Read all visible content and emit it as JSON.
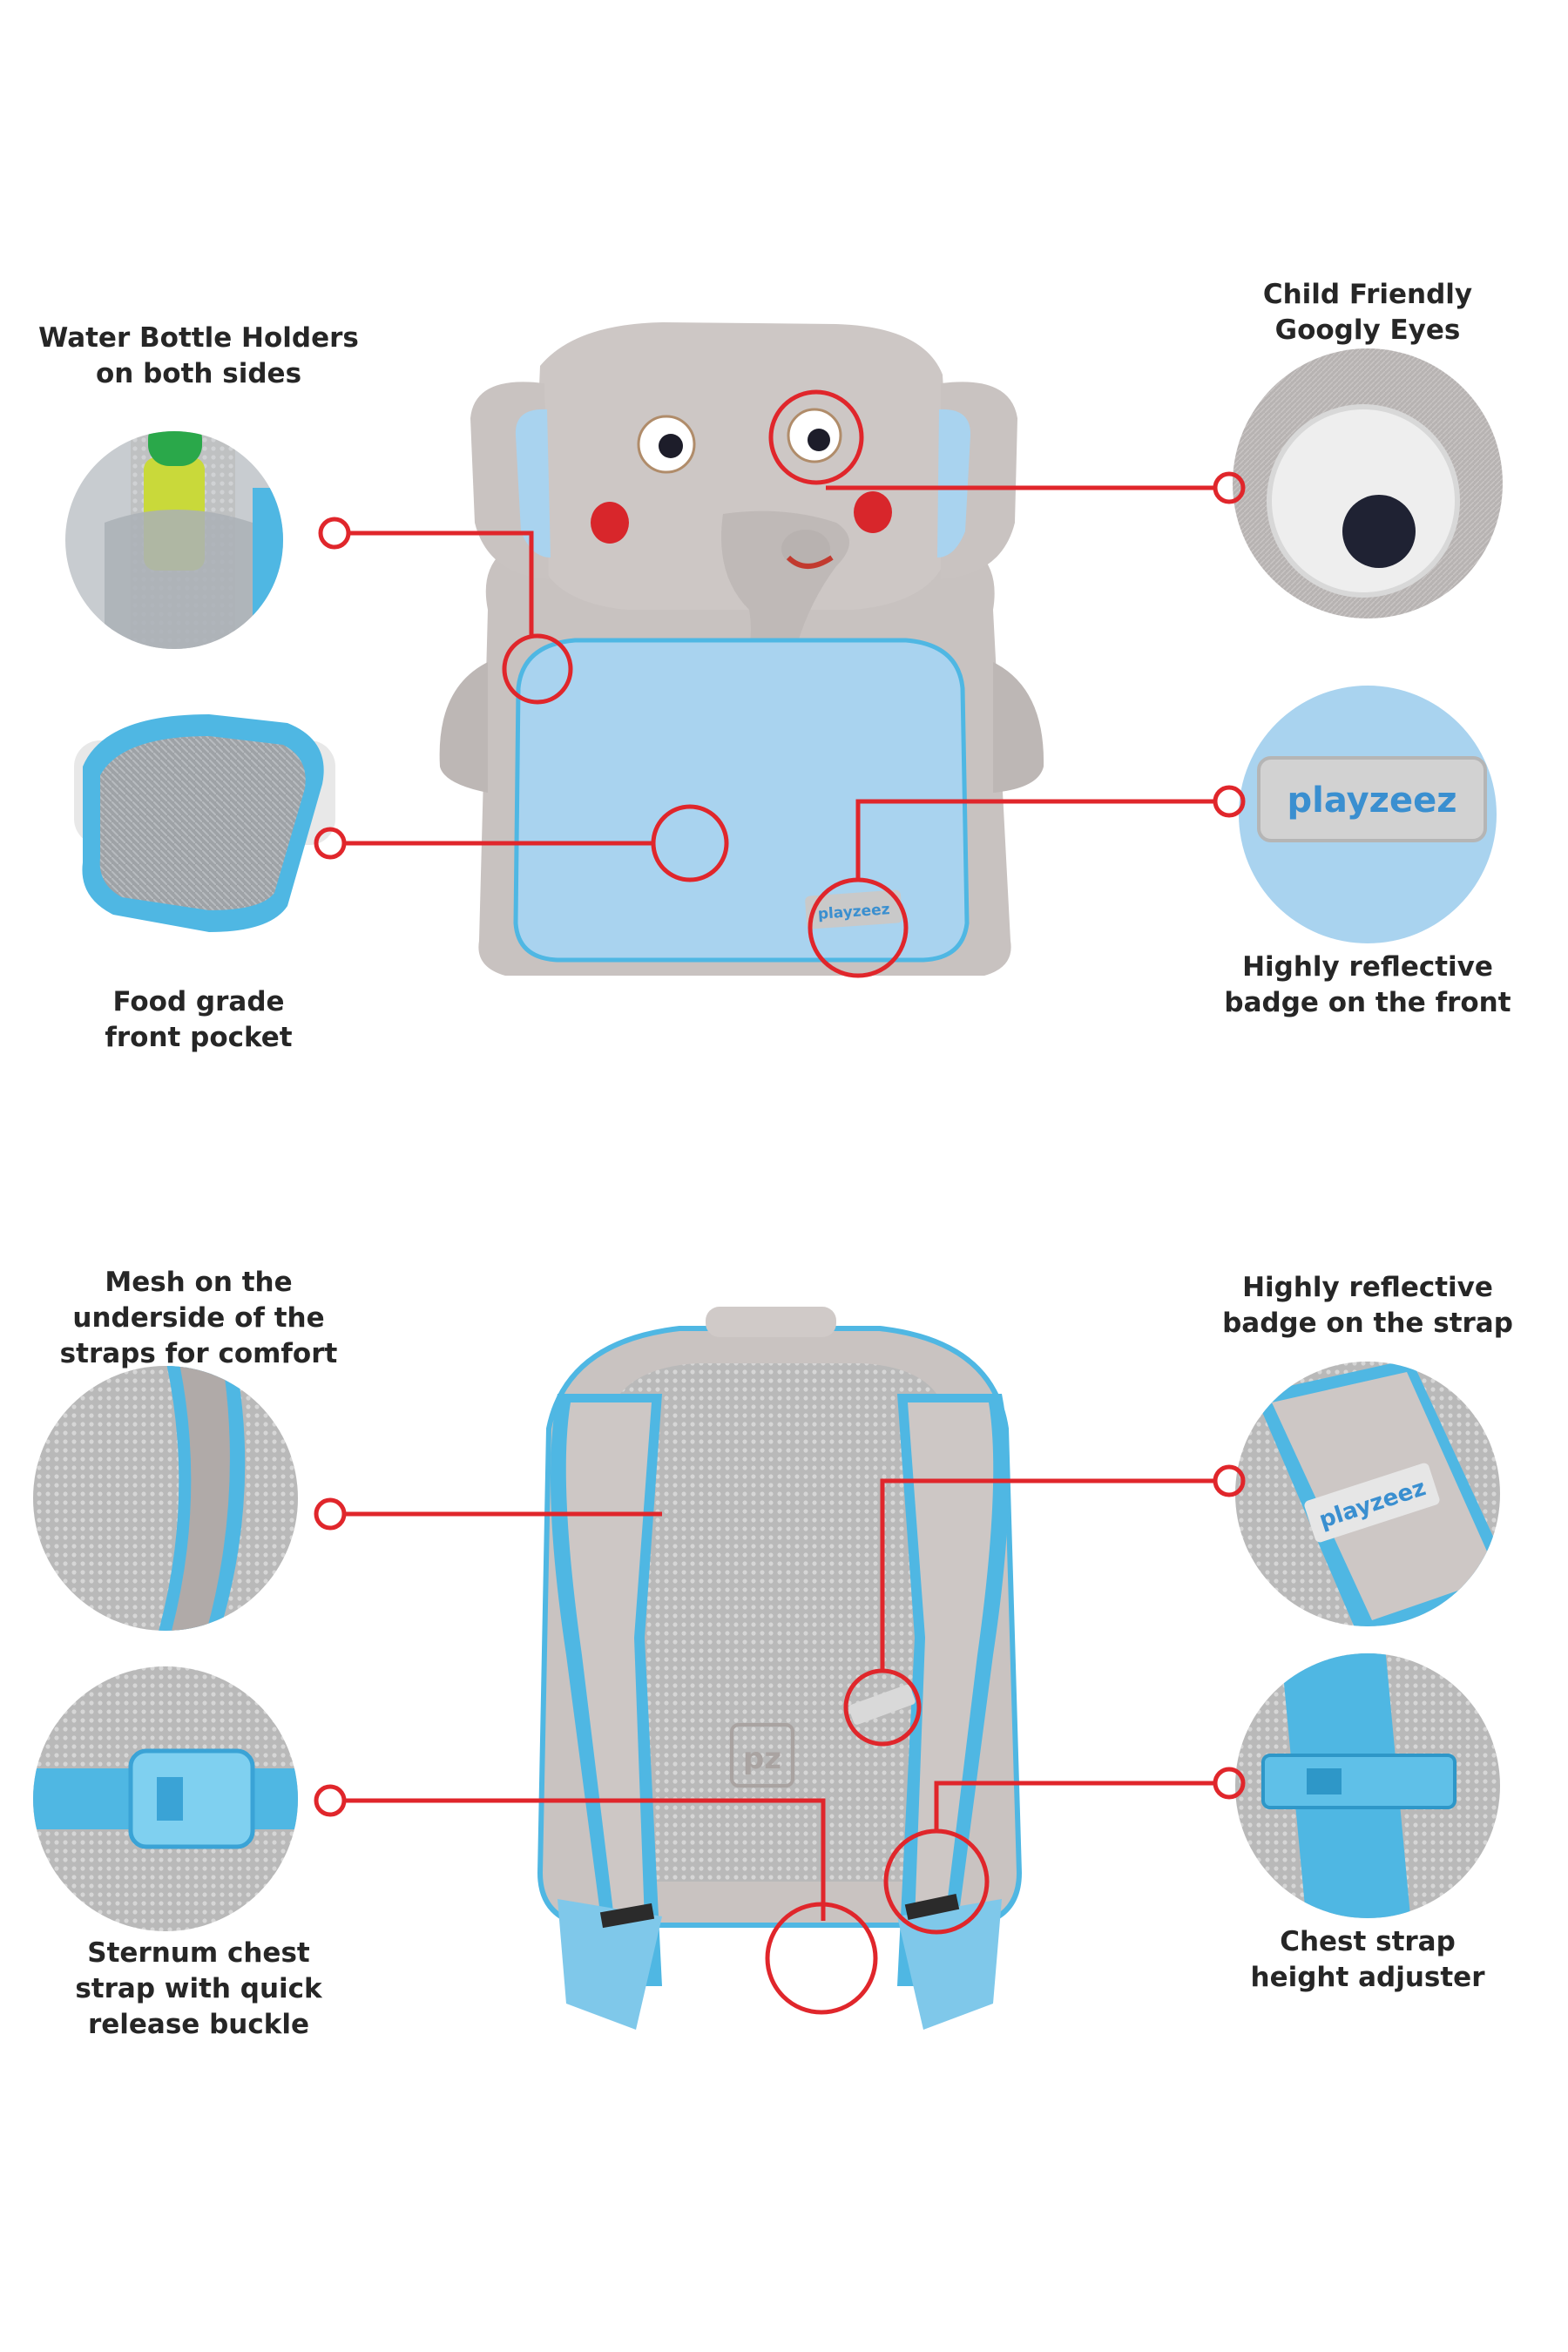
{
  "features": {
    "water_bottle": {
      "lines": [
        "Water Bottle Holders",
        "on both sides"
      ]
    },
    "googly_eyes": {
      "lines": [
        "Child Friendly",
        "Googly Eyes"
      ]
    },
    "front_pocket": {
      "lines": [
        "Food grade",
        "front pocket"
      ]
    },
    "front_badge": {
      "lines": [
        "Highly reflective",
        "badge on the front"
      ]
    },
    "mesh_straps": {
      "lines": [
        "Mesh on the",
        "underside of the",
        "straps for comfort"
      ]
    },
    "strap_badge": {
      "lines": [
        "Highly reflective",
        "badge on the strap"
      ]
    },
    "sternum_strap": {
      "lines": [
        "Sternum chest",
        "strap with quick",
        "release buckle"
      ]
    },
    "height_adjuster": {
      "lines": [
        "Chest strap",
        "height adjuster"
      ]
    }
  },
  "brand": {
    "badge_text": "playzeez",
    "back_logo": "pz"
  },
  "colors": {
    "callout_red": "#e0262b",
    "elephant_grey": "#c9c3c1",
    "pocket_blue": "#a9d3ef",
    "trim_blue": "#4fb7e3",
    "cheek_red": "#d8262b"
  }
}
